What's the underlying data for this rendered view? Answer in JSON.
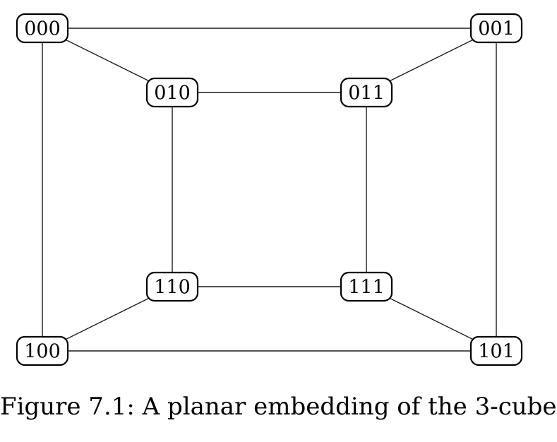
{
  "caption": "Figure 7.1: A planar embedding of the 3-cube",
  "graph": {
    "nodes": [
      "000",
      "001",
      "010",
      "011",
      "100",
      "101",
      "110",
      "111"
    ],
    "edges": [
      [
        "000",
        "001"
      ],
      [
        "000",
        "010"
      ],
      [
        "000",
        "100"
      ],
      [
        "001",
        "011"
      ],
      [
        "001",
        "101"
      ],
      [
        "010",
        "011"
      ],
      [
        "010",
        "110"
      ],
      [
        "011",
        "111"
      ],
      [
        "100",
        "101"
      ],
      [
        "100",
        "110"
      ],
      [
        "101",
        "111"
      ],
      [
        "110",
        "111"
      ]
    ]
  }
}
